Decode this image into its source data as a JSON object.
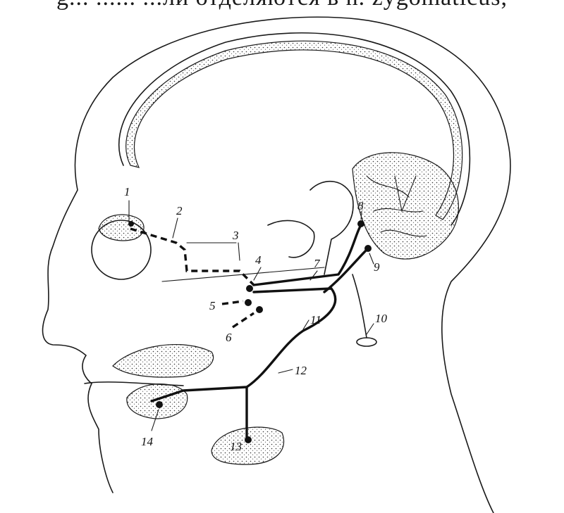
{
  "header": {
    "text": "g... ...... ...ли отделяются в n. zygomaticus,"
  },
  "labels": [
    {
      "id": "label-1",
      "text": "1"
    },
    {
      "id": "label-2",
      "text": "2"
    },
    {
      "id": "label-3",
      "text": "3"
    },
    {
      "id": "label-4",
      "text": "4"
    },
    {
      "id": "label-5",
      "text": "5"
    },
    {
      "id": "label-6",
      "text": "6"
    },
    {
      "id": "label-7",
      "text": "7"
    },
    {
      "id": "label-8",
      "text": "8"
    },
    {
      "id": "label-9",
      "text": "9"
    },
    {
      "id": "label-10",
      "text": "10"
    },
    {
      "id": "label-11",
      "text": "11"
    },
    {
      "id": "label-12",
      "text": "12"
    },
    {
      "id": "label-13",
      "text": "13"
    },
    {
      "id": "label-14",
      "text": "14"
    }
  ]
}
